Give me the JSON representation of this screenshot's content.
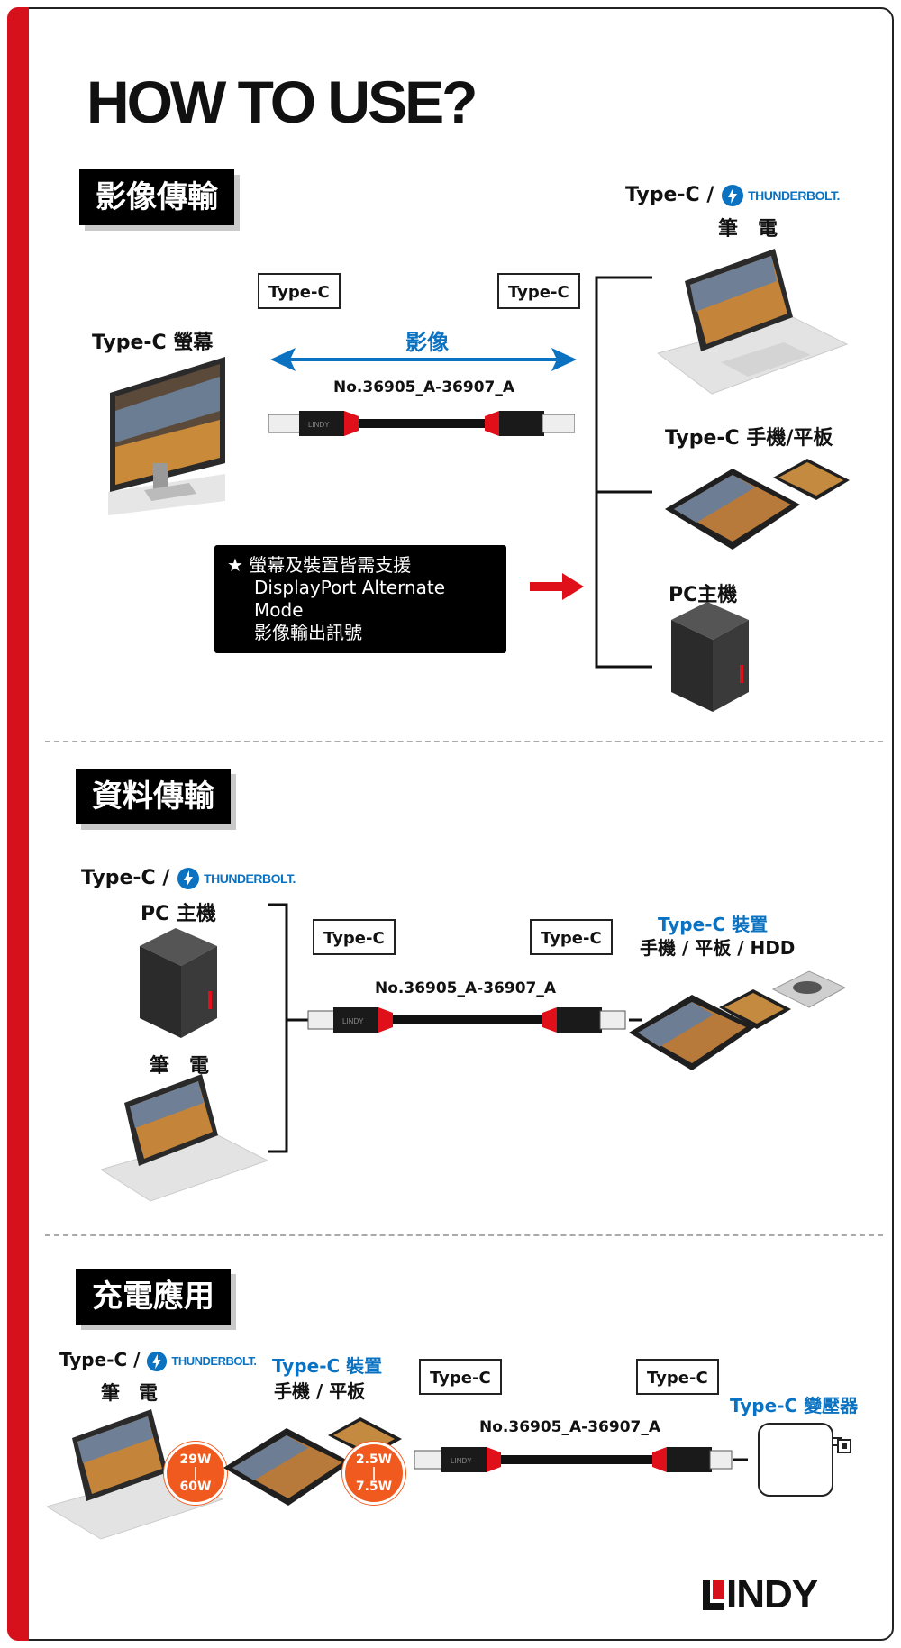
{
  "title": "HOW TO USE?",
  "sections": {
    "video": {
      "heading": "影像傳輸",
      "connector_left": "Type-C",
      "connector_right": "Type-C",
      "arrow_label": "影像",
      "cable_model": "No.36905_A-36907_A",
      "monitor_label": "Type-C 螢幕",
      "laptop_label_prefix": "Type-C /",
      "laptop_label_line2": "筆　電",
      "phone_tablet_label": "Type-C 手機/平板",
      "pc_label": "PC主機",
      "note_line1": "★ 螢幕及裝置皆需支援",
      "note_line2": "DisplayPort Alternate Mode",
      "note_line3": "影像輸出訊號"
    },
    "data": {
      "heading": "資料傳輸",
      "source_prefix": "Type-C /",
      "pc_label": "PC 主機",
      "laptop_label": "筆　電",
      "connector_left": "Type-C",
      "connector_right": "Type-C",
      "cable_model": "No.36905_A-36907_A",
      "device_label": "Type-C 裝置",
      "device_sub": "手機 / 平板 / HDD"
    },
    "charge": {
      "heading": "充電應用",
      "laptop_prefix": "Type-C /",
      "laptop_label": "筆　電",
      "laptop_badge_top": "29W",
      "laptop_badge_bottom": "60W",
      "device_label": "Type-C 裝置",
      "device_sub": "手機 / 平板",
      "device_badge_top": "2.5W",
      "device_badge_bottom": "7.5W",
      "connector_left": "Type-C",
      "connector_right": "Type-C",
      "cable_model": "No.36905_A-36907_A",
      "charger_label": "Type-C 變壓器"
    }
  },
  "thunderbolt_text": "THUNDERBOLT.",
  "brand_logo": "LINDY",
  "cable_brand": "LINDY",
  "colors": {
    "accent_red": "#d6111b",
    "blue": "#0a72c0",
    "badge_orange": "#f05a1e"
  }
}
